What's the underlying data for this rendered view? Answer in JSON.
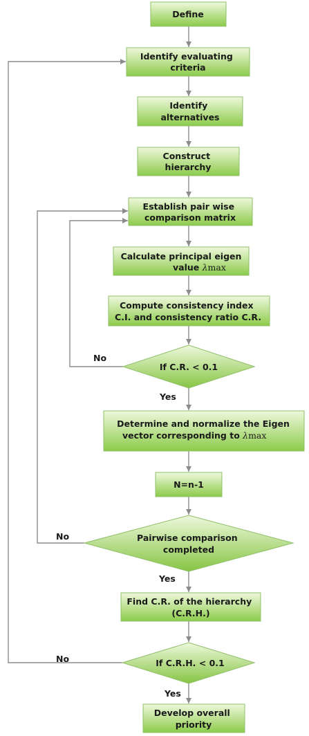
{
  "nodes": {
    "define": [
      "Define"
    ],
    "criteria": [
      "Identify evaluating",
      "criteria"
    ],
    "alternatives": [
      "Identify",
      "alternatives"
    ],
    "hierarchy": [
      "Construct",
      "hierarchy"
    ],
    "pairwise": [
      "Establish pair wise",
      "comparison matrix"
    ],
    "eigen": [
      "Calculate principal eigen",
      "value "
    ],
    "consistency": [
      "Compute consistency index",
      "C.I. and consistency ratio  C.R."
    ],
    "cr_check": [
      "If C.R. < 0.1"
    ],
    "normalize": [
      "Determine and normalize the Eigen",
      "vector corresponding to "
    ],
    "decrement": [
      "N=n-1"
    ],
    "completed": [
      "Pairwise comparison",
      "completed"
    ],
    "crh": [
      "Find C.R. of the hierarchy",
      "(C.R.H.)"
    ],
    "crh_check": [
      "If C.R.H. < 0.1"
    ],
    "priority": [
      "Develop overall",
      "priority"
    ]
  },
  "symbols": {
    "lambda": "λ",
    "max": "max"
  },
  "edge_labels": {
    "no": "No",
    "yes": "Yes"
  },
  "colors": {
    "box_top": "#eef8dc",
    "box_bottom": "#8ccb4a",
    "edge": "#8c8c8c"
  }
}
